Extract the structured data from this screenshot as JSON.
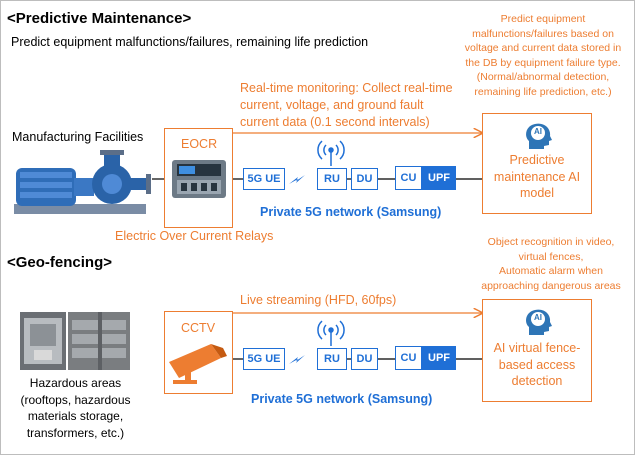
{
  "pm": {
    "title": "<Predictive Maintenance>",
    "subtitle": "Predict equipment malfunctions/failures, remaining life prediction",
    "ai_description": [
      "Predict equipment",
      "malfunctions/failures based on",
      "voltage and current data stored in",
      "the DB by equipment failure type.",
      "(Normal/abnormal detection,",
      "remaining life prediction, etc.)"
    ],
    "monitoring": [
      "Real-time monitoring: Collect real-time",
      "current, voltage, and ground fault",
      "current data (0.1 second intervals)"
    ],
    "facility_label": "Manufacturing Facilities",
    "device_label": "EOCR",
    "device_caption": "Electric Over Current Relays",
    "ue": "5G UE",
    "ru": "RU",
    "du": "DU",
    "cu": "CU",
    "upf": "UPF",
    "network": "Private 5G network (Samsung)",
    "ai_badge": "AI",
    "ai_model": [
      "Predictive",
      "maintenance AI",
      "model"
    ]
  },
  "geo": {
    "title": "<Geo-fencing>",
    "ai_description": [
      "Object recognition in video,",
      "virtual fences,",
      "Automatic alarm when",
      "approaching dangerous areas"
    ],
    "streaming": "Live streaming (HFD, 60fps)",
    "device_label": "CCTV",
    "hazard_label": [
      "Hazardous areas",
      "(rooftops, hazardous",
      "materials storage,",
      "transformers, etc.)"
    ],
    "ue": "5G UE",
    "ru": "RU",
    "du": "DU",
    "cu": "CU",
    "upf": "UPF",
    "network": "Private 5G network (Samsung)",
    "ai_badge": "AI",
    "ai_model": [
      "AI virtual fence-",
      "based access",
      "detection"
    ]
  },
  "colors": {
    "orange": "#ED7D31",
    "blue": "#1F6FD6",
    "head_fill": "#2E75B6"
  }
}
